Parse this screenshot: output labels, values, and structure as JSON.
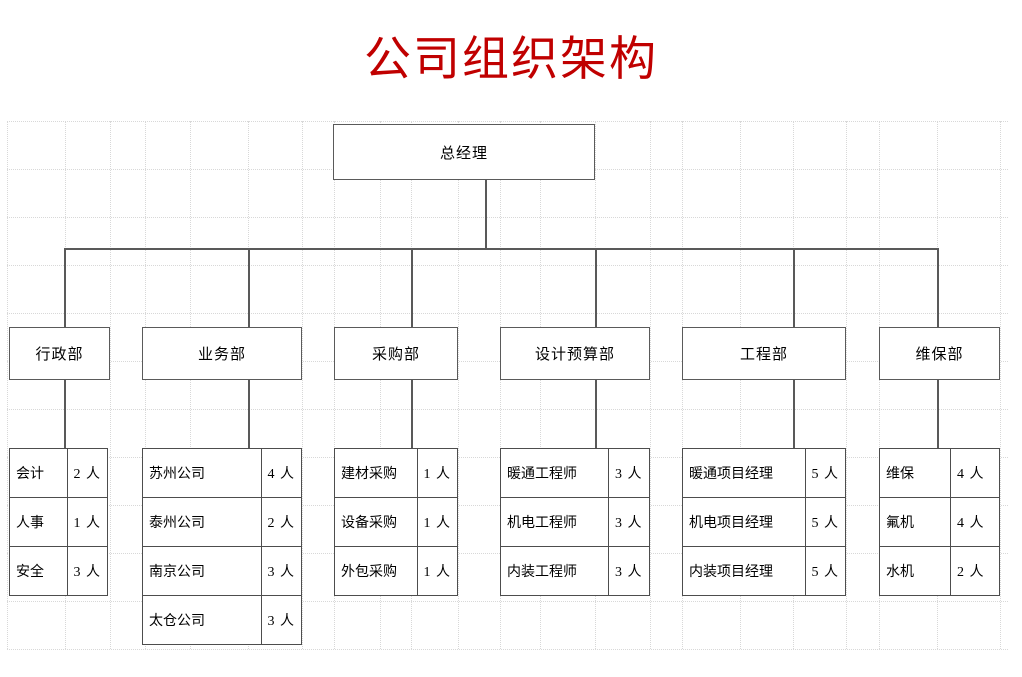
{
  "title": "公司组织架构",
  "accent_color": "#c00000",
  "line_color": "#595959",
  "box_border_color": "#5a5a5a",
  "grid_color": "#d8d8d8",
  "root": {
    "label": "总经理"
  },
  "departments": [
    {
      "label": "行政部",
      "rows": [
        {
          "role": "会计",
          "count": "2 人"
        },
        {
          "role": "人事",
          "count": "1 人"
        },
        {
          "role": "安全",
          "count": "3 人"
        }
      ]
    },
    {
      "label": "业务部",
      "rows": [
        {
          "role": "苏州公司",
          "count": "4 人"
        },
        {
          "role": "泰州公司",
          "count": "2 人"
        },
        {
          "role": "南京公司",
          "count": "3 人"
        },
        {
          "role": "太仓公司",
          "count": "3 人"
        }
      ]
    },
    {
      "label": "采购部",
      "rows": [
        {
          "role": "建材采购",
          "count": "1 人"
        },
        {
          "role": "设备采购",
          "count": "1 人"
        },
        {
          "role": "外包采购",
          "count": "1 人"
        }
      ]
    },
    {
      "label": "设计预算部",
      "rows": [
        {
          "role": "暖通工程师",
          "count": "3 人"
        },
        {
          "role": "机电工程师",
          "count": "3 人"
        },
        {
          "role": "内装工程师",
          "count": "3 人"
        }
      ]
    },
    {
      "label": "工程部",
      "rows": [
        {
          "role": "暖通项目经理",
          "count": "5 人"
        },
        {
          "role": "机电项目经理",
          "count": "5 人"
        },
        {
          "role": "内装项目经理",
          "count": "5 人"
        }
      ]
    },
    {
      "label": "维保部",
      "rows": [
        {
          "role": "维保",
          "count": "4 人"
        },
        {
          "role": "氟机",
          "count": "4 人"
        },
        {
          "role": "水机",
          "count": "2 人"
        }
      ]
    }
  ]
}
